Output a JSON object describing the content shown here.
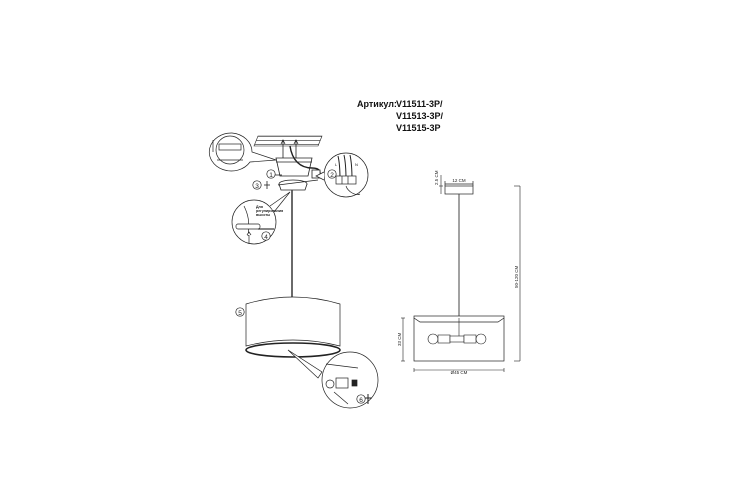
{
  "article": {
    "label": "Артикул:",
    "codes": [
      "V11511-3P/",
      "V11513-3P/",
      "V11515-3P"
    ]
  },
  "assembly": {
    "steps": [
      "①",
      "②",
      "③",
      "④",
      "⑤",
      "⑥"
    ],
    "callout_text": "Для регулирования высоты",
    "wire_labels": [
      "L",
      "⊕",
      "N"
    ]
  },
  "dimensions": {
    "canopy_width": "12 CM",
    "canopy_height": "2.5 CM",
    "shade_diameter": "Ø45 CM",
    "shade_height": "33 CM",
    "total_height": "50-120 CM"
  },
  "colors": {
    "line": "#222222",
    "background": "#ffffff"
  }
}
